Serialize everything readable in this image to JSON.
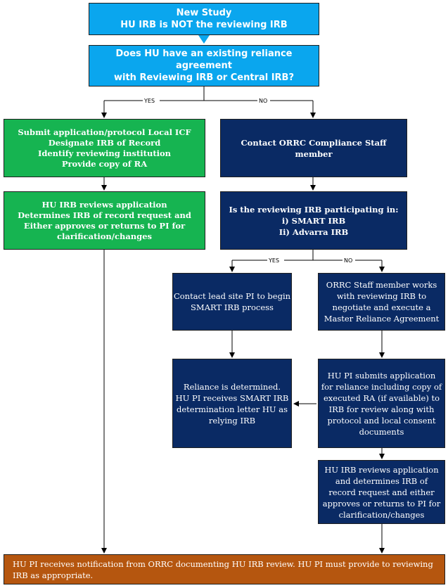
{
  "boxes": {
    "new_study": "New Study\nHU IRB is NOT the reviewing IRB",
    "reliance_question": "Does HU have an existing reliance agreement\nwith Reviewing IRB or Central IRB?",
    "submit_application": "Submit application/protocol Local ICF\nDesignate IRB of Record\nIdentify reviewing institution\nProvide copy of RA",
    "contact_orrc": "Contact ORRC Compliance Staff member",
    "hu_irb_reviews": "HU IRB reviews application\nDetermines IRB of record request and\nEither approves or returns to PI for\nclarification/changes",
    "participating_question": "Is the reviewing IRB participating in:\ni) SMART IRB\nIi) Advarra IRB",
    "contact_lead_site": "Contact lead site PI to begin\nSMART IRB process",
    "orrc_staff_works": "ORRC Staff member works\nwith reviewing IRB to\nnegotiate and execute a\nMaster Reliance Agreement",
    "reliance_determined": "Reliance is determined.\nHU PI receives SMART IRB\ndetermination letter HU as\nrelying IRB",
    "hu_pi_submits": "HU PI submits application\nfor reliance including copy of\nexecuted RA (if available) to\nIRB for review along with\nprotocol and local consent\ndocuments",
    "hu_irb_reviews_2": "HU IRB reviews application\nand determines IRB of\nrecord request and either\napproves or returns to PI for\nclarification/changes",
    "final_notification": "HU PI receives notification from ORRC documenting HU IRB review.  HU PI must provide to reviewing\nIRB as appropriate."
  },
  "labels": {
    "yes_1": "YES",
    "no_1": "NO",
    "yes_2": "YES",
    "no_2": "NO"
  },
  "colors": {
    "start": "#0aa6ee",
    "green": "#16b451",
    "navy": "#0a2a64",
    "end": "#b5560f"
  }
}
